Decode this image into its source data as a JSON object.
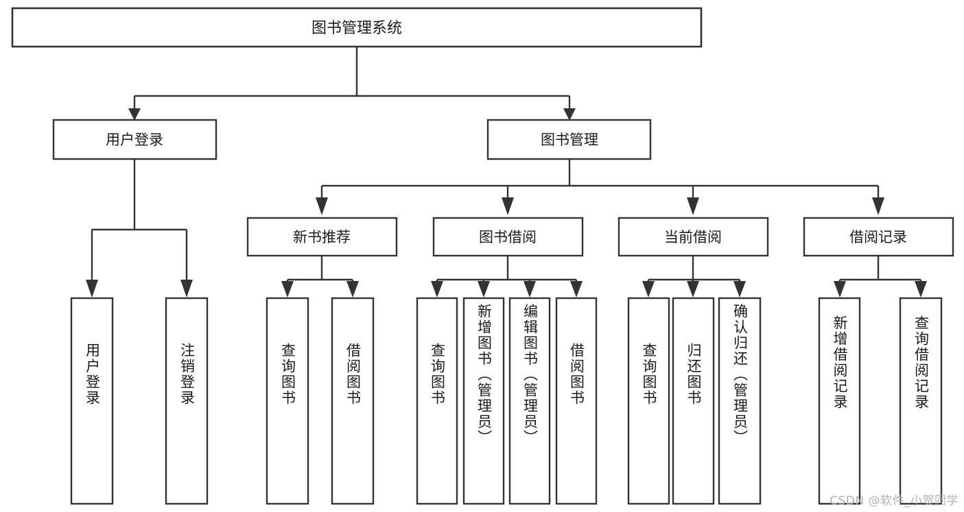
{
  "diagram": {
    "type": "tree",
    "title_node": "图书管理系统",
    "watermark": "CSDN @软件_小贺同学",
    "colors": {
      "box_stroke": "#333333",
      "box_fill": "#ffffff",
      "text": "#1a1a1a",
      "background": "#ffffff",
      "watermark": "#b3b3b3"
    },
    "levels": {
      "root": {
        "label": "图书管理系统"
      },
      "level2": [
        {
          "label": "用户登录"
        },
        {
          "label": "图书管理"
        }
      ],
      "level3": [
        {
          "label": "新书推荐"
        },
        {
          "label": "图书借阅"
        },
        {
          "label": "当前借阅"
        },
        {
          "label": "借阅记录"
        }
      ],
      "leaves": [
        {
          "label": "用户登录",
          "parent": "用户登录"
        },
        {
          "label": "注销登录",
          "parent": "用户登录"
        },
        {
          "label": "查询图书",
          "parent": "新书推荐"
        },
        {
          "label": "借阅图书",
          "parent": "新书推荐"
        },
        {
          "label": "查询图书",
          "parent": "图书借阅"
        },
        {
          "label": "新增图书（管理员）",
          "parent": "图书借阅"
        },
        {
          "label": "编辑图书（管理员）",
          "parent": "图书借阅"
        },
        {
          "label": "借阅图书",
          "parent": "图书借阅"
        },
        {
          "label": "查询图书",
          "parent": "当前借阅"
        },
        {
          "label": "归还图书",
          "parent": "当前借阅"
        },
        {
          "label": "确认归还（管理员）",
          "parent": "当前借阅"
        },
        {
          "label": "新增借阅记录",
          "parent": "借阅记录"
        },
        {
          "label": "查询借阅记录",
          "parent": "借阅记录"
        }
      ]
    }
  }
}
